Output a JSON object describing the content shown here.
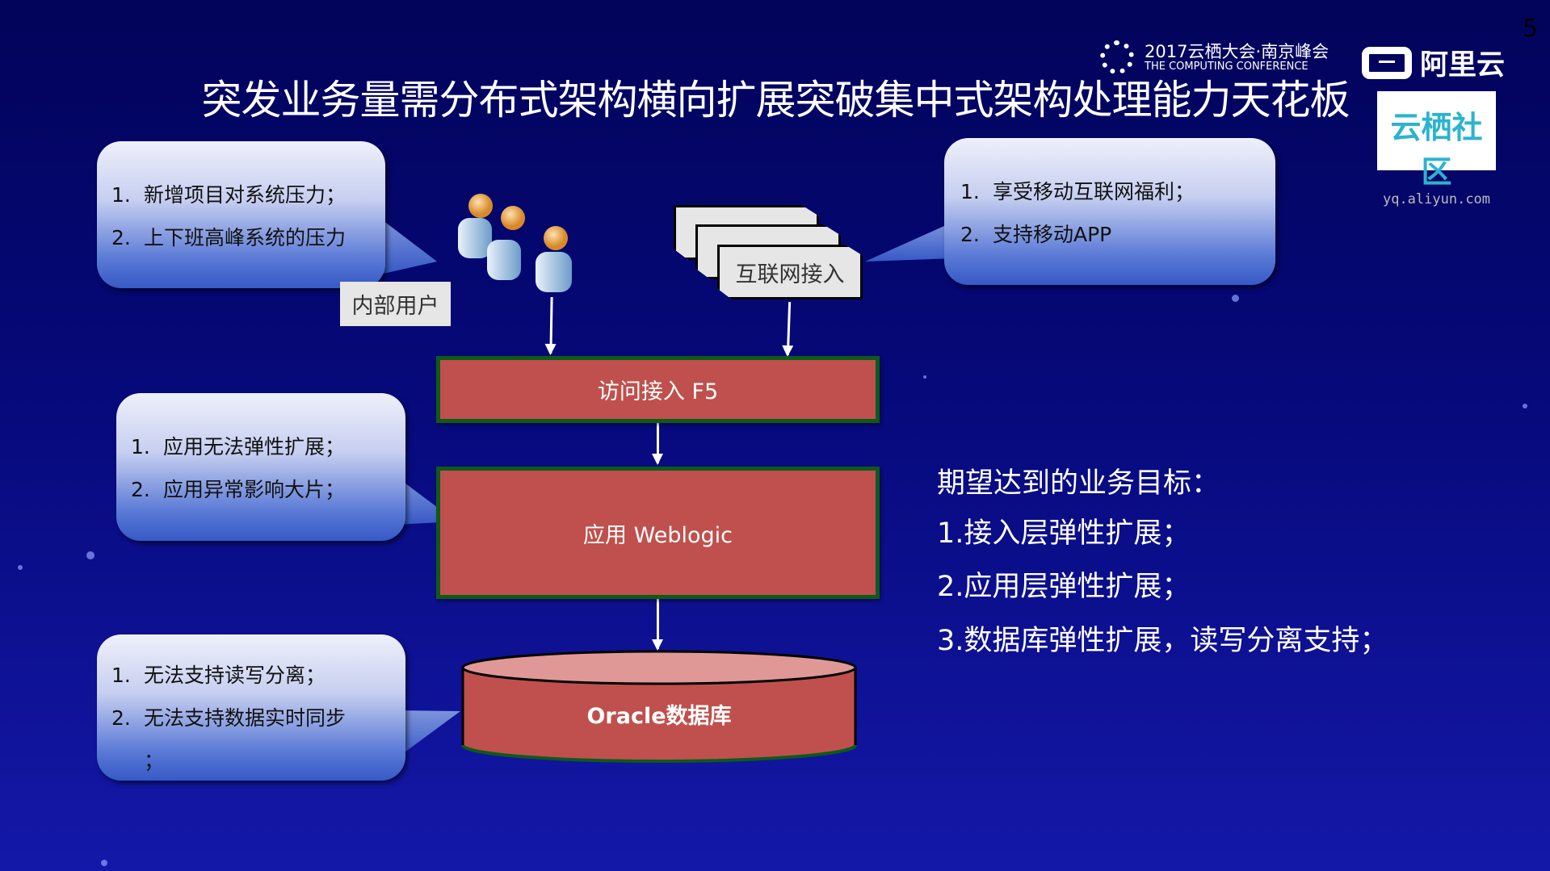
{
  "page_number": "5",
  "title": "突发业务量需分布式架构横向扩展突破集中式架构处理能力天花板",
  "logos": {
    "conference_cn": "2017云栖大会·南京峰会",
    "conference_en": "THE COMPUTING CONFERENCE",
    "aliyun": "阿里云",
    "yunqi": "云栖社区",
    "yunqi_url": "yq.aliyun.com"
  },
  "bubbles": {
    "internal": [
      {
        "n": "1.",
        "t": "新增项目对系统压力；"
      },
      {
        "n": "2.",
        "t": "上下班高峰系统的压力"
      }
    ],
    "internet": [
      {
        "n": "1.",
        "t": "享受移动互联网福利；"
      },
      {
        "n": "2.",
        "t": "支持移动APP"
      }
    ],
    "app": [
      {
        "n": "1.",
        "t": "应用无法弹性扩展；"
      },
      {
        "n": "2.",
        "t": "应用异常影响大片；"
      }
    ],
    "db": [
      {
        "n": "1.",
        "t": "无法支持读写分离；"
      },
      {
        "n": "2.",
        "t": "无法支持数据实时同步"
      },
      {
        "n": "",
        "t": "；"
      }
    ]
  },
  "internal_users_label": "内部用户",
  "internet_access_label": "互联网接入",
  "f5_label": "访问接入 F5",
  "weblogic_label": "应用 Weblogic",
  "oracle_label": "Oracle数据库",
  "goals": {
    "heading": "期望达到的业务目标：",
    "items": [
      "1.接入层弹性扩展；",
      "2.应用层弹性扩展；",
      "3.数据库弹性扩展，读写分离支持；"
    ]
  },
  "colors": {
    "box_fill": "#c0504d",
    "box_border": "#0d5a1a",
    "background": "#06097a"
  }
}
